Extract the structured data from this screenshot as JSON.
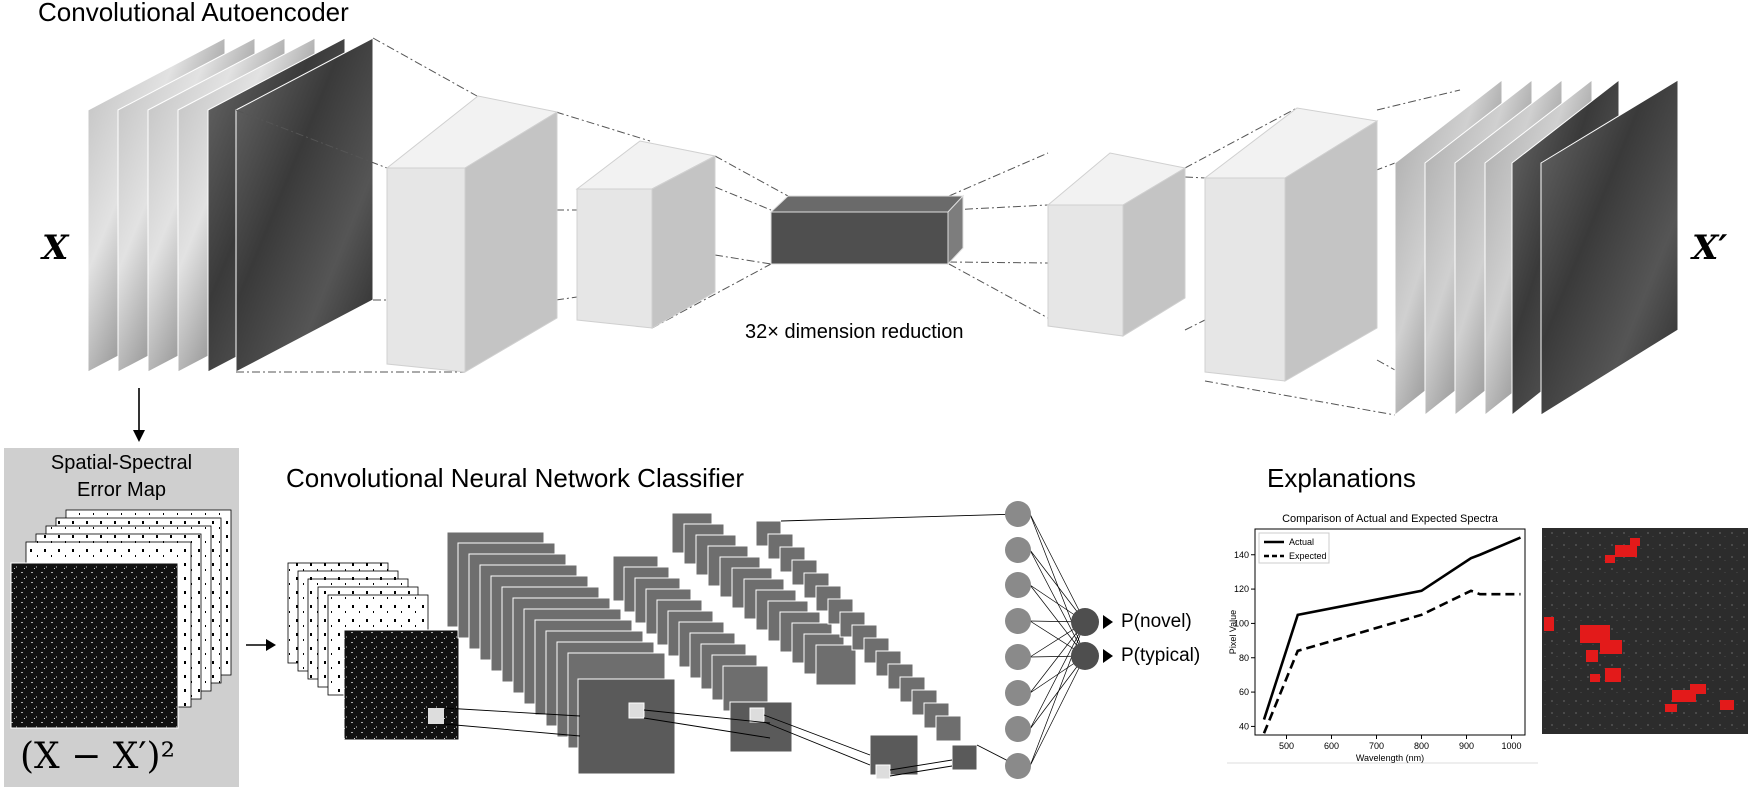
{
  "autoencoder": {
    "title": "Convolutional Autoencoder",
    "input_label": "X",
    "output_label": "X′",
    "bottleneck_caption": "32× dimension reduction"
  },
  "error_map": {
    "title_line1": "Spatial-Spectral",
    "title_line2": "Error Map",
    "formula": "(X − X′)²"
  },
  "classifier": {
    "title": "Convolutional Neural Network Classifier",
    "outputs": [
      "P(novel)",
      "P(typical)"
    ]
  },
  "explanations": {
    "title": "Explanations"
  },
  "chart_data": {
    "type": "line",
    "title": "Comparison of Actual and Expected Spectra",
    "xlabel": "Wavelength (nm)",
    "ylabel": "Pixel Value",
    "xlim": [
      430,
      1030
    ],
    "ylim": [
      35,
      155
    ],
    "xticks": [
      500,
      600,
      700,
      800,
      900,
      1000
    ],
    "yticks": [
      40,
      60,
      80,
      100,
      120,
      140
    ],
    "legend_position": "top-left",
    "grid": false,
    "series": [
      {
        "name": "Actual",
        "style": "solid",
        "x": [
          450,
          525,
          800,
          910,
          930,
          1020
        ],
        "y": [
          44,
          105,
          119,
          138,
          140,
          150
        ]
      },
      {
        "name": "Expected",
        "style": "dashed",
        "x": [
          450,
          525,
          800,
          910,
          930,
          1020
        ],
        "y": [
          36,
          84,
          105,
          119,
          117,
          117
        ]
      }
    ]
  }
}
